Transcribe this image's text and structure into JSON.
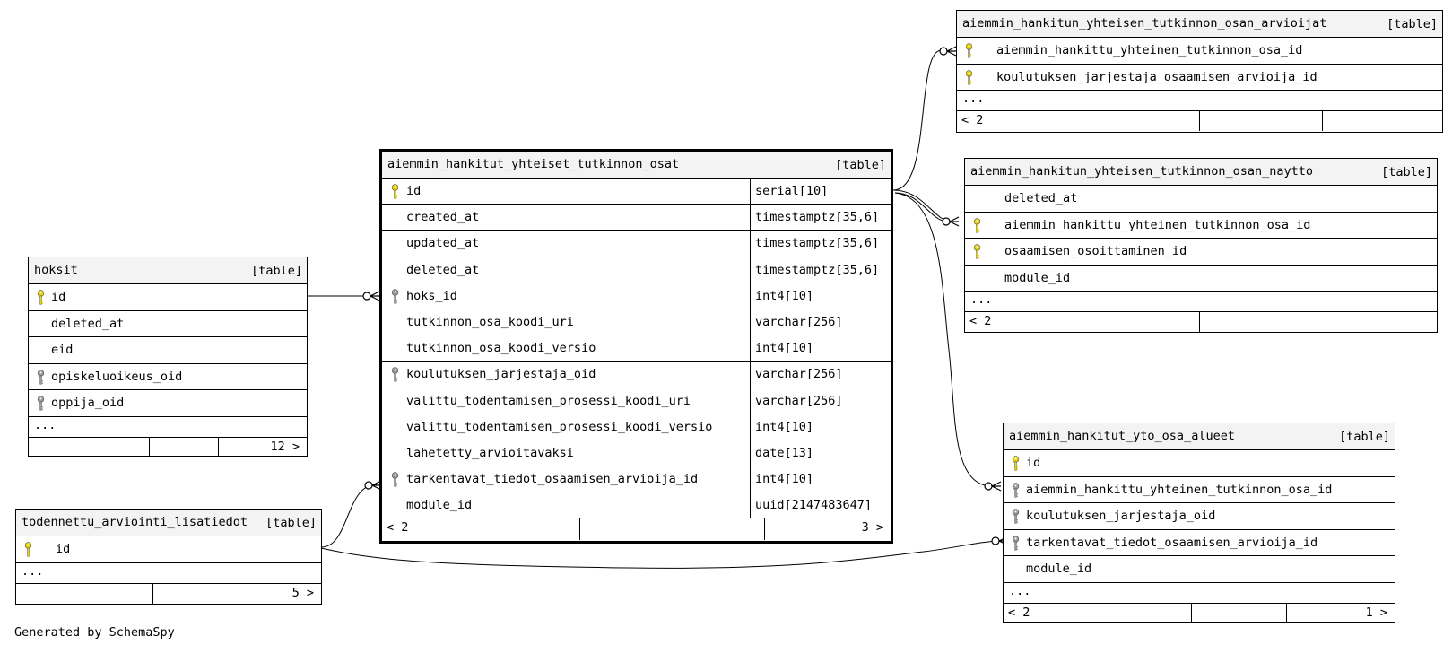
{
  "tables": {
    "main": {
      "name": "aiemmin_hankitut_yhteiset_tutkinnon_osat",
      "type": "[table]",
      "columns": [
        {
          "name": "id",
          "type": "serial[10]",
          "key": "primary"
        },
        {
          "name": "created_at",
          "type": "timestamptz[35,6]",
          "key": ""
        },
        {
          "name": "updated_at",
          "type": "timestamptz[35,6]",
          "key": ""
        },
        {
          "name": "deleted_at",
          "type": "timestamptz[35,6]",
          "key": ""
        },
        {
          "name": "hoks_id",
          "type": "int4[10]",
          "key": "foreign"
        },
        {
          "name": "tutkinnon_osa_koodi_uri",
          "type": "varchar[256]",
          "key": ""
        },
        {
          "name": "tutkinnon_osa_koodi_versio",
          "type": "int4[10]",
          "key": ""
        },
        {
          "name": "koulutuksen_jarjestaja_oid",
          "type": "varchar[256]",
          "key": "foreign"
        },
        {
          "name": "valittu_todentamisen_prosessi_koodi_uri",
          "type": "varchar[256]",
          "key": ""
        },
        {
          "name": "valittu_todentamisen_prosessi_koodi_versio",
          "type": "int4[10]",
          "key": ""
        },
        {
          "name": "lahetetty_arvioitavaksi",
          "type": "date[13]",
          "key": ""
        },
        {
          "name": "tarkentavat_tiedot_osaamisen_arvioija_id",
          "type": "int4[10]",
          "key": "foreign"
        },
        {
          "name": "module_id",
          "type": "uuid[2147483647]",
          "key": ""
        }
      ],
      "footer_left": "< 2",
      "footer_right": "3 >"
    },
    "hoksit": {
      "name": "hoksit",
      "type": "[table]",
      "columns": [
        {
          "name": "id",
          "key": "primary"
        },
        {
          "name": "deleted_at",
          "key": ""
        },
        {
          "name": "eid",
          "key": ""
        },
        {
          "name": "opiskeluoikeus_oid",
          "key": "foreign"
        },
        {
          "name": "oppija_oid",
          "key": "foreign"
        }
      ],
      "ellipsis": "...",
      "footer_left": "",
      "footer_right": "12 >"
    },
    "todennettu": {
      "name": "todennettu_arviointi_lisatiedot",
      "type": "[table]",
      "columns": [
        {
          "name": "id",
          "key": "primary"
        }
      ],
      "ellipsis": "...",
      "footer_left": "",
      "footer_right": "5 >"
    },
    "arvioijat": {
      "name": "aiemmin_hankitun_yhteisen_tutkinnon_osan_arvioijat",
      "type": "[table]",
      "columns": [
        {
          "name": "aiemmin_hankittu_yhteinen_tutkinnon_osa_id",
          "key": "primary"
        },
        {
          "name": "koulutuksen_jarjestaja_osaamisen_arvioija_id",
          "key": "primary"
        }
      ],
      "ellipsis": "...",
      "footer_left": "< 2",
      "footer_right": ""
    },
    "naytto": {
      "name": "aiemmin_hankitun_yhteisen_tutkinnon_osan_naytto",
      "type": "[table]",
      "columns": [
        {
          "name": "deleted_at",
          "key": ""
        },
        {
          "name": "aiemmin_hankittu_yhteinen_tutkinnon_osa_id",
          "key": "primary"
        },
        {
          "name": "osaamisen_osoittaminen_id",
          "key": "primary"
        },
        {
          "name": "module_id",
          "key": ""
        }
      ],
      "ellipsis": "...",
      "footer_left": "< 2",
      "footer_right": ""
    },
    "alueet": {
      "name": "aiemmin_hankitut_yto_osa_alueet",
      "type": "[table]",
      "columns": [
        {
          "name": "id",
          "key": "primary"
        },
        {
          "name": "aiemmin_hankittu_yhteinen_tutkinnon_osa_id",
          "key": "foreign"
        },
        {
          "name": "koulutuksen_jarjestaja_oid",
          "key": "foreign"
        },
        {
          "name": "tarkentavat_tiedot_osaamisen_arvioija_id",
          "key": "foreign"
        },
        {
          "name": "module_id",
          "key": ""
        }
      ],
      "ellipsis": "...",
      "footer_left": "< 2",
      "footer_right": "1 >"
    }
  },
  "colors": {
    "primary_key": "#e8d200",
    "foreign_key": "#9a9a9a",
    "header_bg": "#f3f3f3"
  },
  "credit": "Generated by SchemaSpy"
}
